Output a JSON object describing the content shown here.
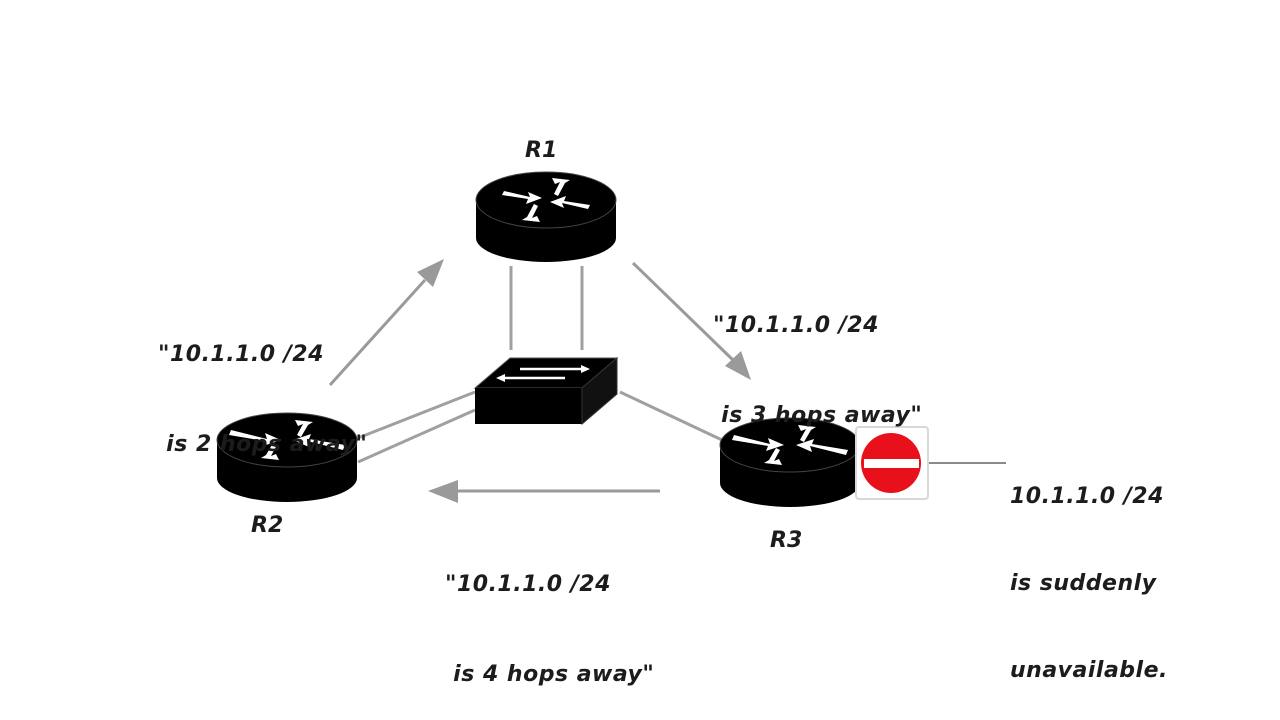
{
  "nodes": {
    "r1": {
      "label": "R1"
    },
    "r2": {
      "label": "R2"
    },
    "r3": {
      "label": "R3"
    }
  },
  "annotations": {
    "r2_to_r1": {
      "line1": "\"10.1.1.0 /24",
      "line2": " is 2 hops away\""
    },
    "r1_to_r3": {
      "line1": "\"10.1.1.0 /24",
      "line2": " is 3 hops away\""
    },
    "r3_to_r2": {
      "line1": "\"10.1.1.0 /24",
      "line2": " is 4 hops away\""
    },
    "network_down": {
      "line1": "10.1.1.0 /24",
      "line2": "is suddenly",
      "line3": "unavailable."
    }
  },
  "icons": {
    "router": "router-icon",
    "switch": "switch-icon",
    "blocked": "no-entry-icon",
    "arrow": "arrow-icon"
  },
  "colors": {
    "device": "#000000",
    "arrow": "#9a9a9a",
    "link": "#9a9a9a",
    "blocked": "#e8101a"
  }
}
